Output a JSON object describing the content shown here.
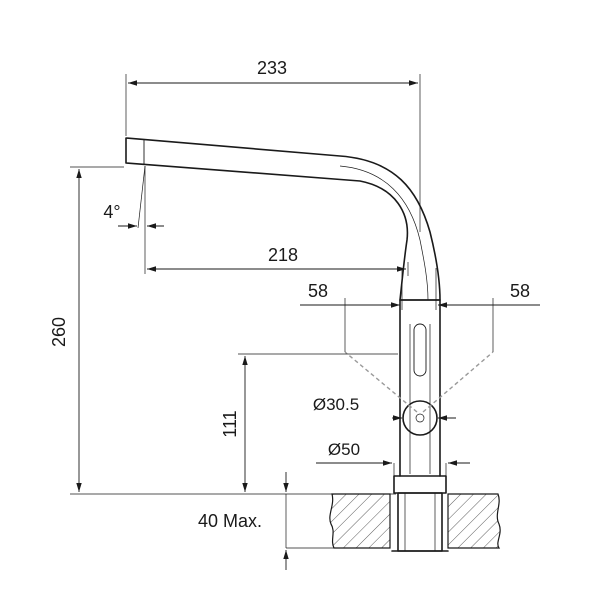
{
  "dimensions": {
    "overall_reach": "233",
    "spout_reach": "218",
    "spout_angle": "4°",
    "total_height": "260",
    "lever_left": "58",
    "lever_right": "58",
    "lever_height": "111",
    "lever_diameter": "Ø30.5",
    "base_diameter": "Ø50",
    "counter_thickness": "40 Max."
  }
}
